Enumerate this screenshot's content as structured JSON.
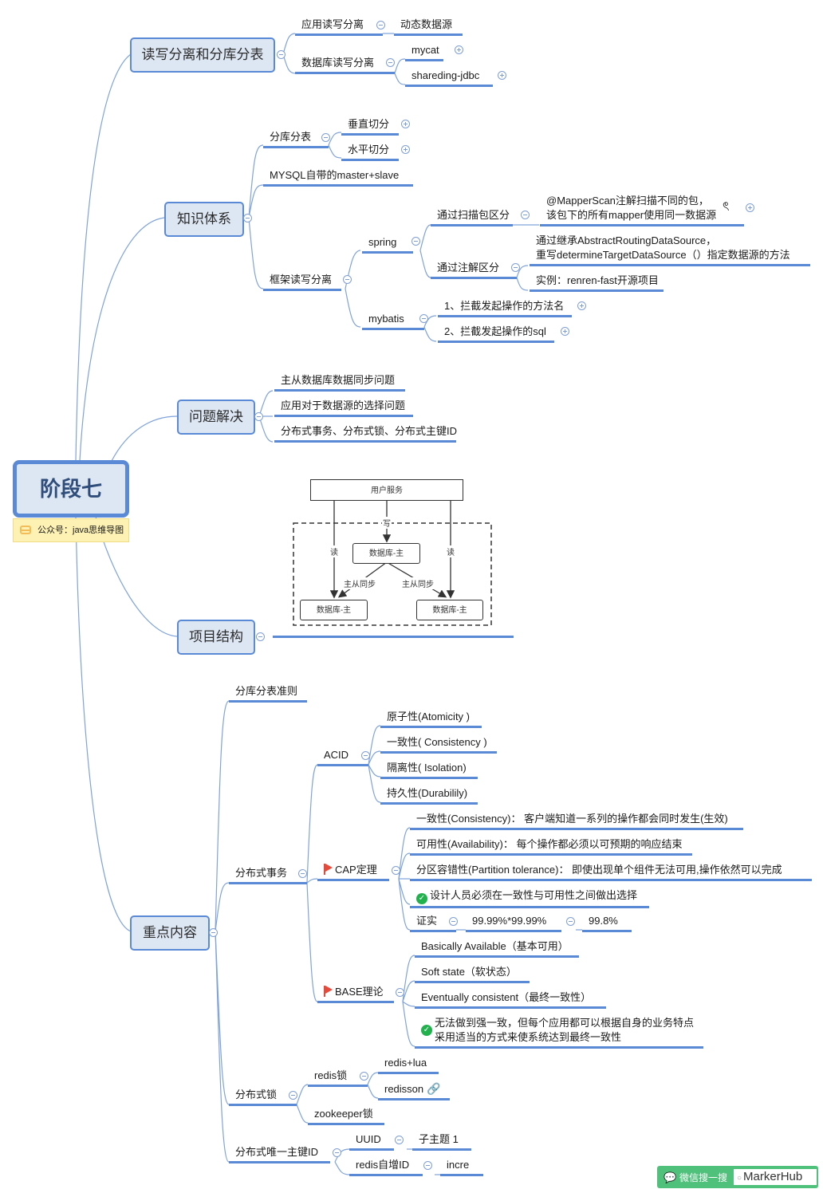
{
  "root": {
    "title": "阶段七",
    "note": "公众号：java思维导图"
  },
  "branch1": {
    "title": "读写分离和分库分表",
    "app_rw": "应用读写分离",
    "dyn_ds": "动态数据源",
    "db_rw": "数据库读写分离",
    "mycat": "mycat",
    "sharding": "shareding-jdbc"
  },
  "branch2": {
    "title": "知识体系",
    "sharding": "分库分表",
    "vertical": "垂直切分",
    "horizontal": "水平切分",
    "mysql": "MYSQL自带的master+slave",
    "framework": "框架读写分离",
    "spring": "spring",
    "scan_pkg": "通过扫描包区分",
    "scan_desc": "@MapperScan注解扫描不同的包，\n该包下的所有mapper使用同一数据源",
    "annotation": "通过注解区分",
    "annotation_desc": "通过继承AbstractRoutingDataSource，\n重写determineTargetDataSource（）指定数据源的方法",
    "example": "实例：renren-fast开源项目",
    "mybatis": "mybatis",
    "intercept_method": "1、拦截发起操作的方法名",
    "intercept_sql": "2、拦截发起操作的sql"
  },
  "branch3": {
    "title": "问题解决",
    "items": [
      "主从数据库数据同步问题",
      "应用对于数据源的选择问题",
      "分布式事务、分布式锁、分布式主键ID"
    ]
  },
  "branch4": {
    "title": "项目结构",
    "diagram": {
      "service": "用户服务",
      "write": "写",
      "read_left": "读",
      "read_right": "读",
      "master": "数据库-主",
      "sync_left": "主从同步",
      "sync_right": "主从同步",
      "slave_left": "数据库-主",
      "slave_right": "数据库-主"
    }
  },
  "branch5": {
    "title": "重点内容",
    "sharding_rule": "分库分表准则",
    "dist_tx": "分布式事务",
    "acid": "ACID",
    "acid_items": [
      "原子性(Atomicity )",
      "一致性( Consistency )",
      "隔离性( Isolation)",
      "持久性(Durabilily)"
    ],
    "cap": "CAP定理",
    "cap_items": [
      "一致性(Consistency)：  客户端知道一系列的操作都会同时发生(生效)",
      "可用性(Availability)：  每个操作都必须以可预期的响应结束",
      "分区容错性(Partition tolerance)：  即使出现单个组件无法可用,操作依然可以完成"
    ],
    "cap_check": "设计人员必须在一致性与可用性之间做出选择",
    "proof": "证实",
    "proof_calc": "99.99%*99.99%",
    "proof_result": "99.8%",
    "base": "BASE理论",
    "base_items": [
      "Basically Available（基本可用）",
      "Soft state（软状态）",
      "Eventually consistent（最终一致性）"
    ],
    "base_check": "无法做到强一致，但每个应用都可以根据自身的业务特点\n采用适当的方式来使系统达到最终一致性",
    "dist_lock": "分布式锁",
    "redis_lock": "redis锁",
    "redis_lua": "redis+lua",
    "redisson": "redisson",
    "zk_lock": "zookeeper锁",
    "dist_id": "分布式唯一主键ID",
    "uuid": "UUID",
    "subtopic": "子主题 1",
    "redis_incr_id": "redis自增ID",
    "incre": "incre"
  },
  "watermark": {
    "prefix": "微信搜一搜",
    "name": "MarkerHub"
  },
  "colors": {
    "line": "#5a8ad6",
    "node_fill": "#dde6f3",
    "flag": "#e64a3b",
    "check": "#21b24d",
    "note": "#fdf2b3",
    "wechat": "#4fc17a"
  }
}
